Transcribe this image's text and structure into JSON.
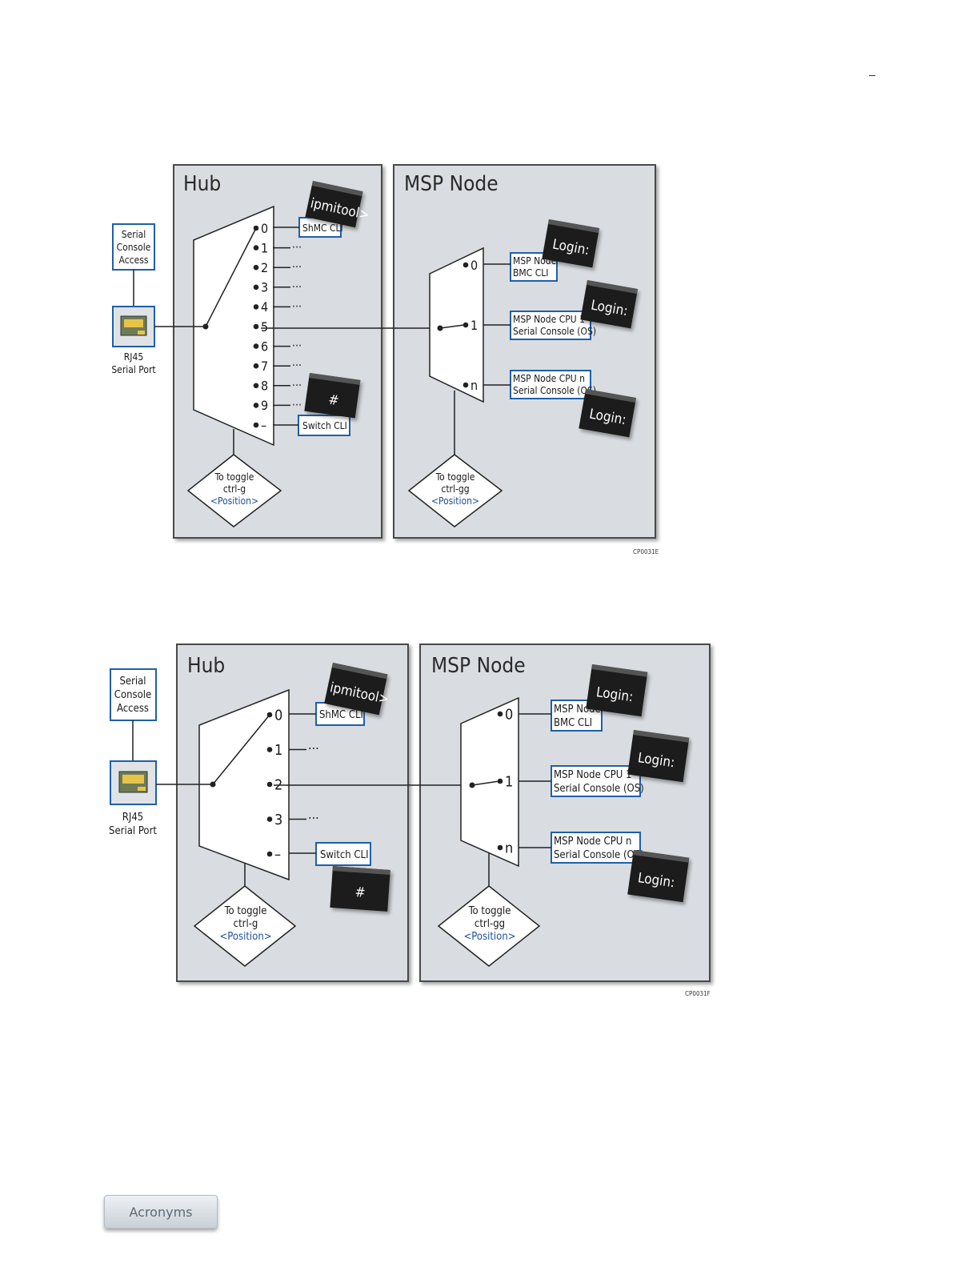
{
  "header_mark": "–",
  "diagram1": {
    "hub_title": "Hub",
    "msp_title": "MSP Node",
    "serial_console": [
      "Serial",
      "Console",
      "Access"
    ],
    "rj45": [
      "RJ45",
      "Serial Port"
    ],
    "hub_positions": [
      "0",
      "1",
      "2",
      "3",
      "4",
      "5",
      "6",
      "7",
      "8",
      "9",
      "–"
    ],
    "ellipsis": "···",
    "shmc_cli": "ShMC CLI",
    "switch_cli": "Switch CLI",
    "ipmitool": "ipmitool>",
    "hash": "#",
    "login": "Login:",
    "msp_positions": [
      "0",
      "1",
      "n"
    ],
    "msp_bmc": [
      "MSP Node",
      "BMC CLI"
    ],
    "msp_cpu1": [
      "MSP Node CPU 1",
      "Serial Console (OS)"
    ],
    "msp_cpun": [
      "MSP Node CPU n",
      "Serial Console (OS)"
    ],
    "hub_toggle": [
      "To toggle",
      "ctrl-g",
      "<Position>"
    ],
    "msp_toggle": [
      "To toggle",
      "ctrl-gg",
      "<Position>"
    ],
    "figure_id": "CP0031E"
  },
  "diagram2": {
    "hub_title": "Hub",
    "msp_title": "MSP Node",
    "serial_console": [
      "Serial",
      "Console",
      "Access"
    ],
    "rj45": [
      "RJ45",
      "Serial Port"
    ],
    "hub_positions": [
      "0",
      "1",
      "2",
      "3",
      "–"
    ],
    "ellipsis": "···",
    "shmc_cli": "ShMC CLI",
    "switch_cli": "Switch CLI",
    "ipmitool": "ipmitool>",
    "hash": "#",
    "login": "Login:",
    "msp_positions": [
      "0",
      "1",
      "n"
    ],
    "msp_bmc": [
      "MSP Node",
      "BMC CLI"
    ],
    "msp_cpu1": [
      "MSP Node CPU 1",
      "Serial Console (OS)"
    ],
    "msp_cpun": [
      "MSP Node CPU n",
      "Serial Console (OS)"
    ],
    "hub_toggle": [
      "To toggle",
      "ctrl-g",
      "<Position>"
    ],
    "msp_toggle": [
      "To toggle",
      "ctrl-gg",
      "<Position>"
    ],
    "figure_id": "CP0031F"
  },
  "footer": {
    "acronyms_button": "Acronyms"
  },
  "colors": {
    "panel_fill": "#d9dce0",
    "panel_border": "#4a4a4a",
    "box_border": "#1f5fa8",
    "position_text": "#1f4e9a",
    "terminal_bg": "#1c1c1c"
  }
}
